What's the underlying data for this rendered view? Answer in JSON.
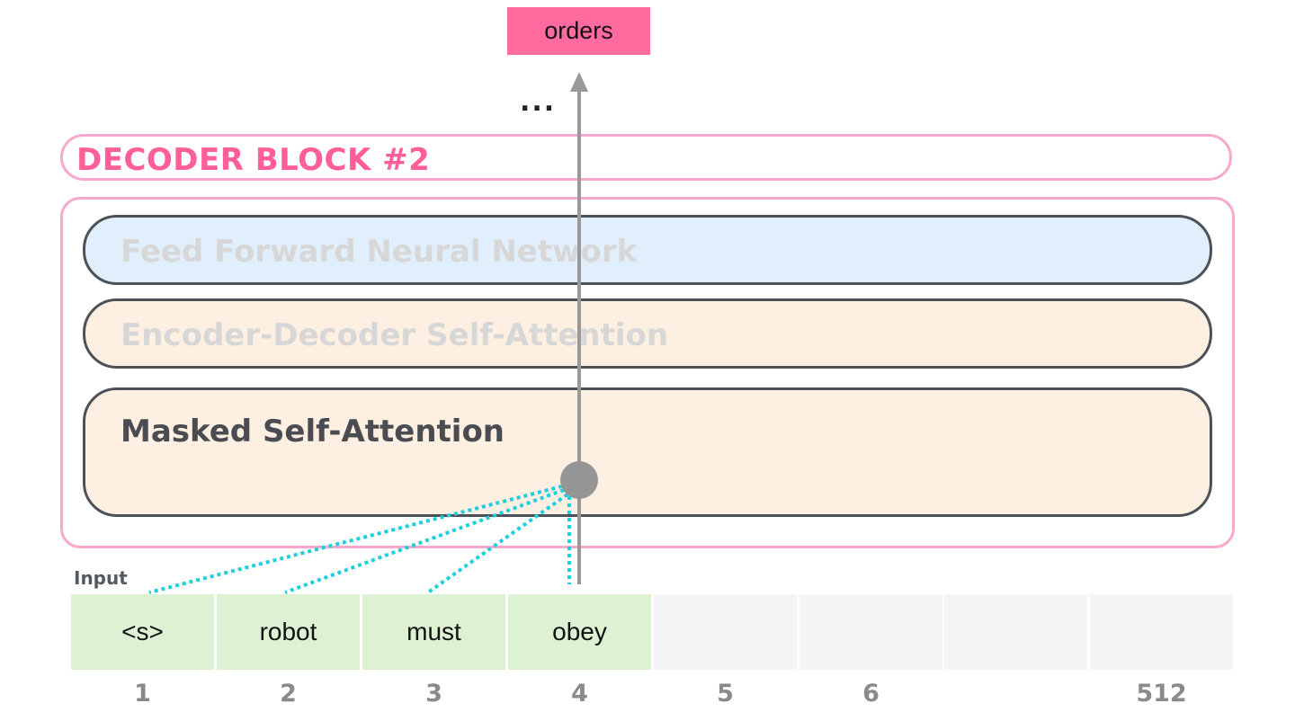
{
  "output": {
    "token": "orders"
  },
  "ellipsis": "...",
  "decoder_block": {
    "title": "DECODER BLOCK #2",
    "layers": {
      "ffnn": "Feed Forward Neural Network",
      "encdec": "Encoder-Decoder Self-Attention",
      "masked": "Masked Self-Attention"
    }
  },
  "input": {
    "label": "Input",
    "tokens": [
      "<s>",
      "robot",
      "must",
      "obey",
      "",
      "",
      "",
      ""
    ],
    "positions": [
      "1",
      "2",
      "3",
      "4",
      "5",
      "6",
      "",
      "512"
    ]
  },
  "colors": {
    "output_token": "#ff6a9f",
    "block_border": "#f7a8cc",
    "block_title": "#ff5f99",
    "ffnn_fill": "#e1effd",
    "attention_fill": "#fdefe1",
    "input_filled": "#dcf2d3",
    "input_empty": "#f5f5f5",
    "attention_lines": "#1fcfe0",
    "arrow": "#999999"
  }
}
